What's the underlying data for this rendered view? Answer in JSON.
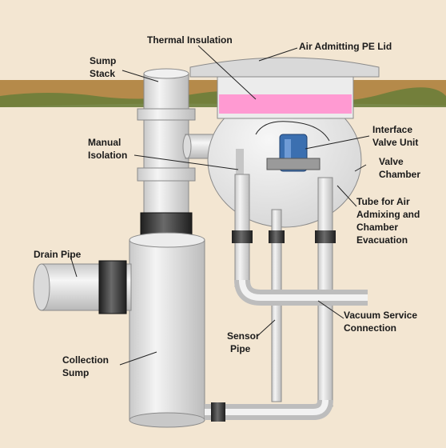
{
  "labels": {
    "thermal_insulation": "Thermal Insulation",
    "air_admitting_lid": "Air Admitting PE Lid",
    "sump_stack_1": "Sump",
    "sump_stack_2": "Stack",
    "interface_valve_1": "Interface",
    "interface_valve_2": "Valve Unit",
    "manual_isolation_1": "Manual",
    "manual_isolation_2": "Isolation",
    "valve_chamber_1": "Valve",
    "valve_chamber_2": "Chamber",
    "tube_air_1": "Tube for Air",
    "tube_air_2": "Admixing and",
    "tube_air_3": "Chamber",
    "tube_air_4": "Evacuation",
    "drain_pipe": "Drain Pipe",
    "vacuum_service_1": "Vacuum Service",
    "vacuum_service_2": "Connection",
    "sensor_pipe_1": "Sensor",
    "sensor_pipe_2": "Pipe",
    "collection_sump_1": "Collection",
    "collection_sump_2": "Sump"
  },
  "colors": {
    "background": "#f3e6d2",
    "soil": "#b58a4a",
    "grass": "#6b7d3a",
    "pipe_fill": "#e9e9e9",
    "pipe_shade": "#bdbdbd",
    "coupling": "#3b3b3b",
    "insulation": "#ff9ad2",
    "valve_unit": "#3b6fb0"
  }
}
